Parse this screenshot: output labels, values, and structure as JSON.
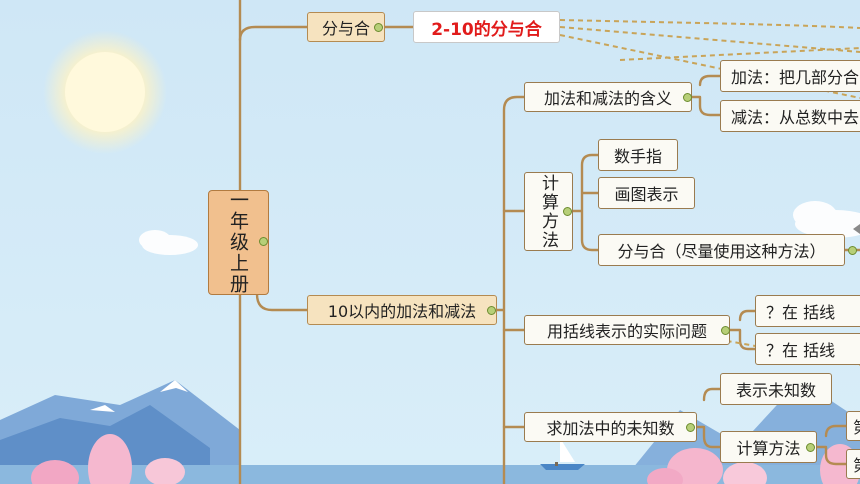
{
  "root": {
    "label": "一年级上册"
  },
  "branches": {
    "fenyuhe": {
      "label": "分与合",
      "child": "2-10的分与合"
    },
    "jiajian": {
      "label": "10以内的加法和减法",
      "meaning": {
        "label": "加法和减法的含义",
        "children": [
          "加法：把几部分合",
          "减法：从总数中去"
        ]
      },
      "methods": {
        "label": "计算方法",
        "children": [
          "数手指",
          "画图表示",
          "分与合（尽量使用这种方法）"
        ]
      },
      "brackets": {
        "label": "用括线表示的实际问题",
        "children": [
          "？在  括线",
          "？在  括线"
        ]
      },
      "unknown": {
        "label": "求加法中的未知数",
        "children": [
          "表示未知数",
          "计算方法"
        ],
        "grandchildren": [
          "第",
          "第"
        ]
      }
    }
  },
  "colors": {
    "branch_line": "#b48b52",
    "relation_line": "#c9a458",
    "collapse_dot": "#b7cf78"
  }
}
